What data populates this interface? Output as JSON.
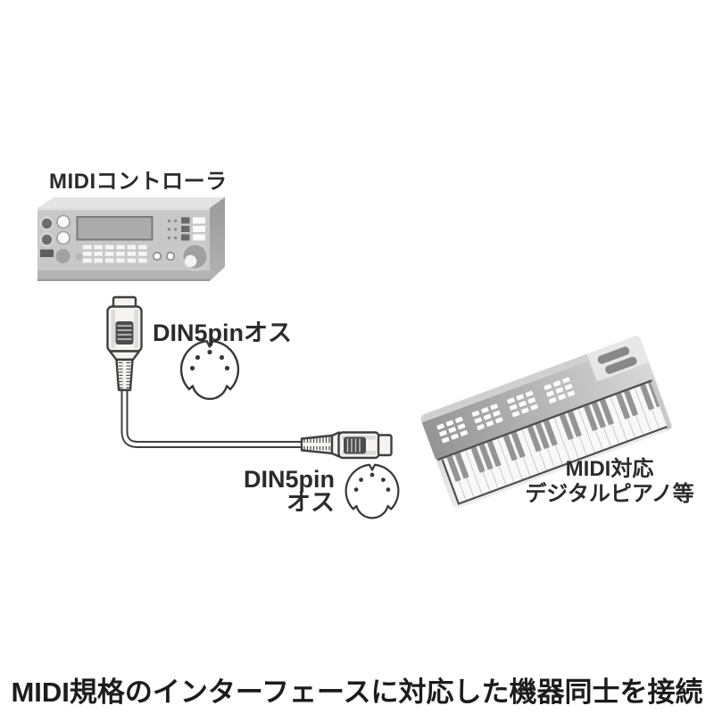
{
  "palette": {
    "background": "#ffffff",
    "outline": "#3f3f3f",
    "text": "#2b2b2b",
    "device_gray": "#c8c8c8",
    "keyboard_gray": "#d9d9d9"
  },
  "controller": {
    "label": "MIDIコントローラ"
  },
  "cable": {
    "top_connector_label": "DIN5pinオス",
    "bottom_connector_label_line1": "DIN5pin",
    "bottom_connector_label_line2": "オス"
  },
  "piano": {
    "label_line1": "MIDI対応",
    "label_line2": "デジタルピアノ等"
  },
  "caption": "MIDI規格のインターフェースに対応した機器同士を接続"
}
